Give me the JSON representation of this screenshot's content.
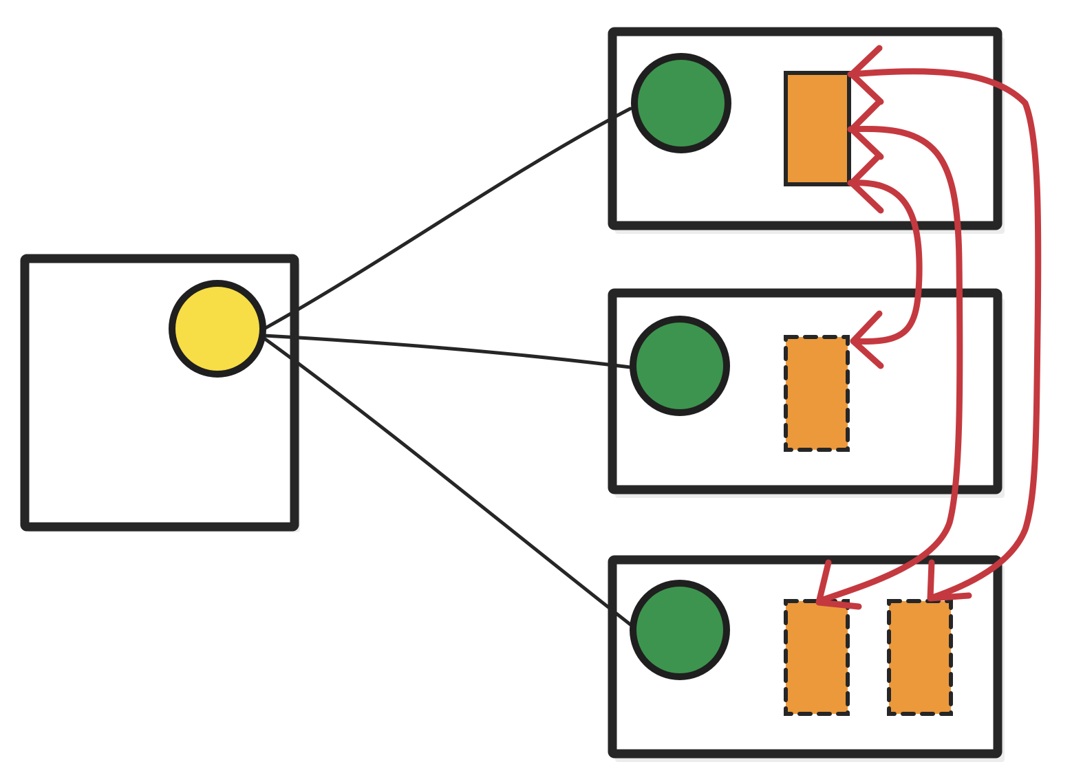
{
  "colors": {
    "primary_node": "#f7dd46",
    "replica_node": "#3d944e",
    "shard": "#ec993b",
    "arrow": "#c4393f",
    "outline": "#262626"
  },
  "diagram": {
    "left_box": {
      "node": "primary-node"
    },
    "right_boxes": [
      {
        "node": "replica-node",
        "shards": [
          "solid"
        ]
      },
      {
        "node": "replica-node",
        "shards": [
          "dashed"
        ]
      },
      {
        "node": "replica-node",
        "shards": [
          "dashed",
          "dashed"
        ]
      }
    ],
    "replication_arrows": 3
  }
}
